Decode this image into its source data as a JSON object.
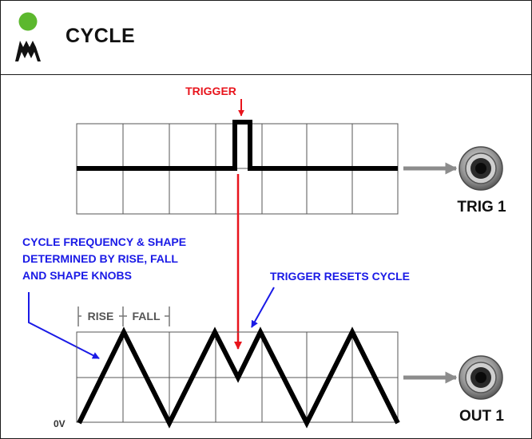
{
  "module": {
    "title": "CYCLE",
    "logo_icon": "green-dot-mountains-logo",
    "led_color": "#5cb82e"
  },
  "labels": {
    "trigger": "TRIGGER",
    "trig_jack": "TRIG 1",
    "out_jack": "OUT 1",
    "description_lines": [
      "CYCLE FREQUENCY & SHAPE",
      "DETERMINED BY RISE, FALL",
      "AND SHAPE KNOBS"
    ],
    "resets": "TRIGGER RESETS CYCLE",
    "rise": "RISE",
    "fall": "FALL",
    "zero_volt": "0V"
  },
  "colors": {
    "trigger_annotation": "#e8141c",
    "description_annotation": "#1a1ae6",
    "grid": "#555555",
    "signal": "#000000",
    "arrow_to_jack": "#8c8c8c"
  }
}
